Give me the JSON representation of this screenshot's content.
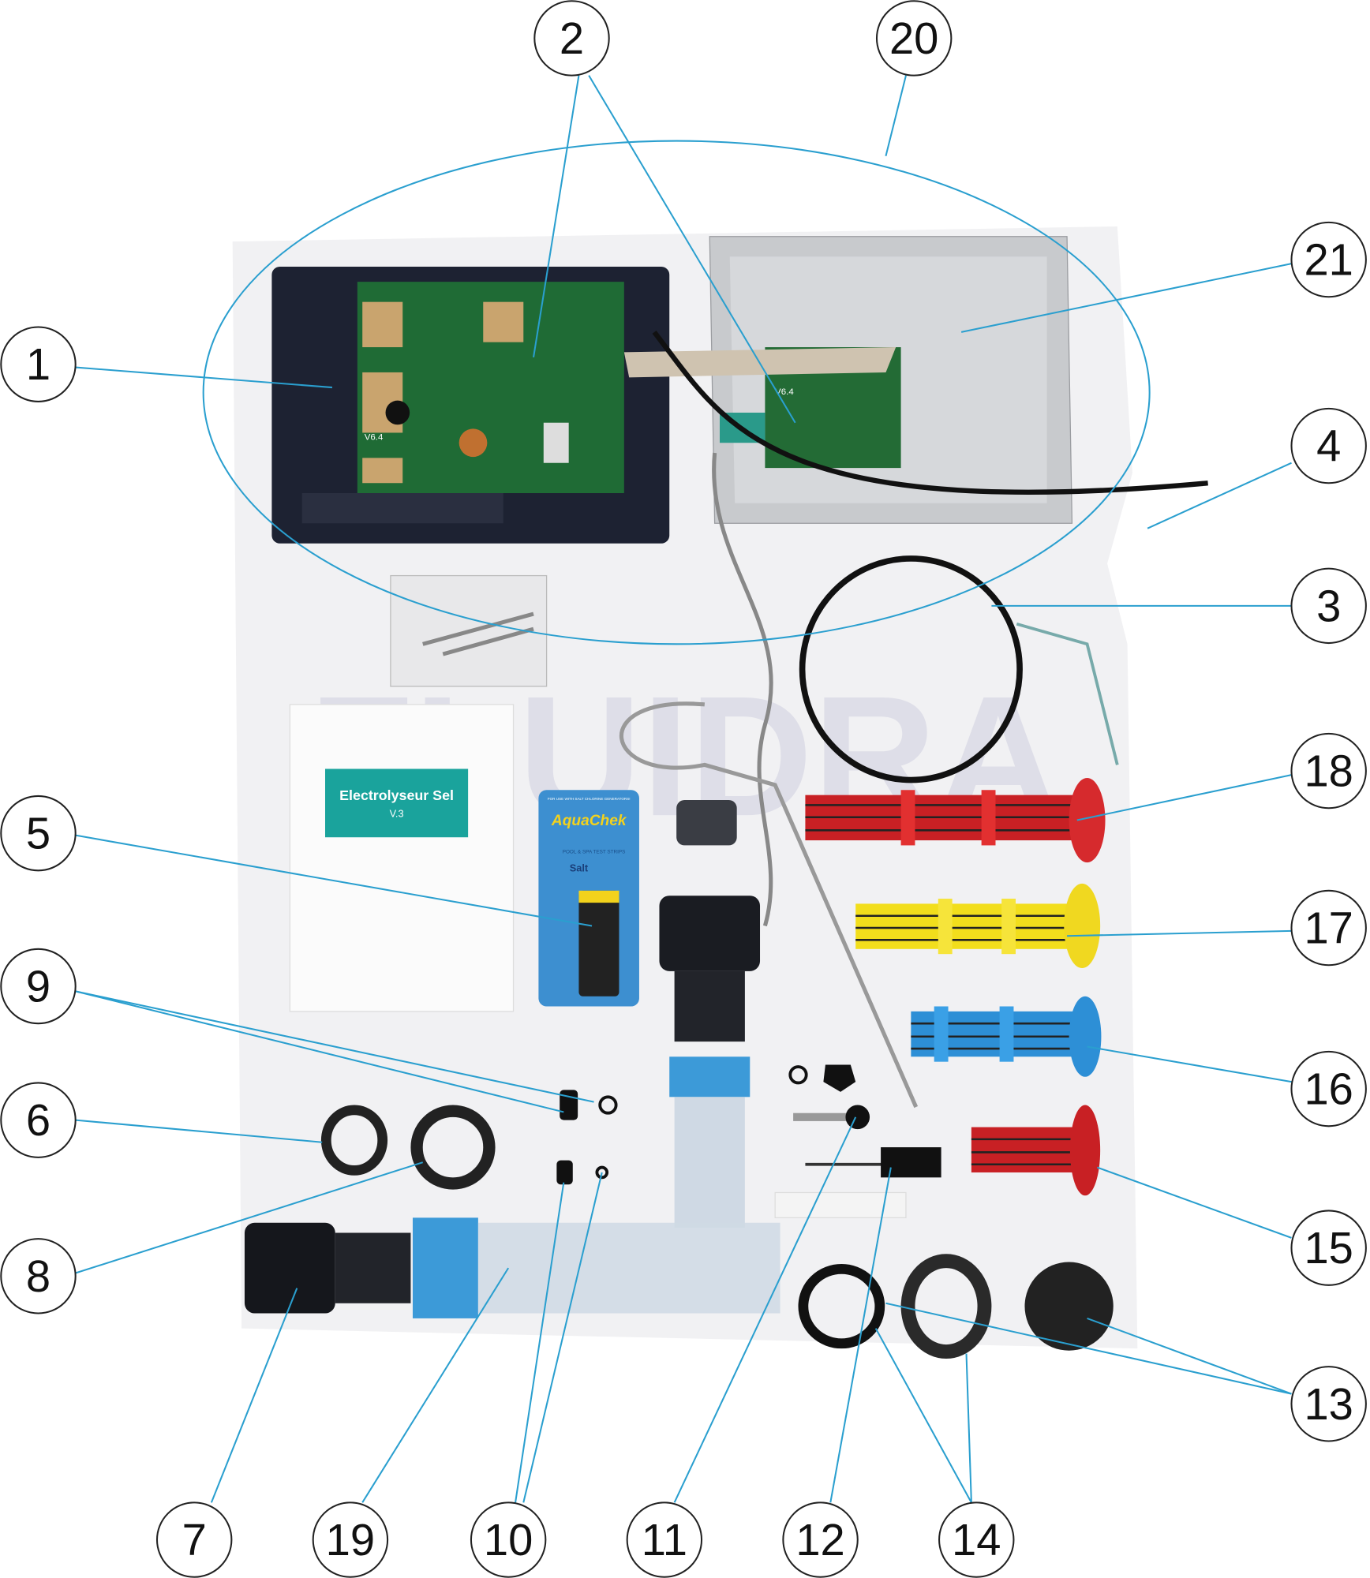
{
  "diagram": {
    "title": "Electrolyseur Sel exploded parts view",
    "watermark": "FLUIDRA",
    "manual": {
      "title": "Electrolyseur Sel",
      "version": "V.3"
    },
    "test_strips": {
      "banner": "FOR USE WITH SALT CHLORINE GENERATORS!",
      "brand": "AquaChek",
      "subtitle": "POOL & SPA TEST STRIPS",
      "test": "Salt"
    },
    "board_labels": {
      "main": "V6.4",
      "display": "V6.4"
    },
    "callouts": [
      "1",
      "2",
      "3",
      "4",
      "5",
      "6",
      "7",
      "8",
      "9",
      "10",
      "11",
      "12",
      "13",
      "14",
      "15",
      "16",
      "17",
      "18",
      "19",
      "20",
      "21"
    ]
  },
  "colors": {
    "leader": "#2a9fcf",
    "cell_red": "#d8282b",
    "cell_yellow": "#f2de1c",
    "cell_blue": "#2d8fd6",
    "manual_teal": "#1aa39c"
  }
}
